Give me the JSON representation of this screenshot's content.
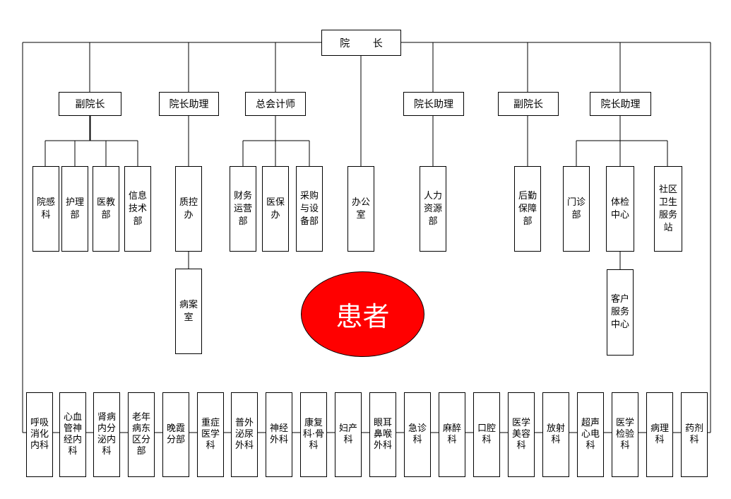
{
  "director": "院 长",
  "level2": [
    "副院长",
    "院长助理",
    "总会计师",
    "院长助理",
    "副院长",
    "院长助理"
  ],
  "level3": [
    "院感科",
    "护理部",
    "医教部",
    "信息技术部",
    "质控办",
    "财务运营部",
    "医保办",
    "采购与设备部",
    "办公室",
    "人力资源部",
    "后勤保障部",
    "门诊部",
    "体检中心",
    "社区卫生服务站"
  ],
  "level4": [
    "病案室",
    "客户服务中心"
  ],
  "patient": "患者",
  "clinical": [
    "呼吸消化内科",
    "心血管神经内科",
    "肾病内分泌内科",
    "老年病东区分部",
    "晚霞分部",
    "重症医学科",
    "普外泌尿外科",
    "神经外科",
    "康复科·骨科",
    "妇产科",
    "眼耳鼻喉外科",
    "急诊科",
    "麻醉科",
    "口腔科",
    "医学美容科",
    "放射科",
    "超声心电科",
    "医学检验科",
    "病理科",
    "药剂科"
  ],
  "colors": {
    "patient_fill": "#ff0000",
    "line": "#000000",
    "background": "#ffffff"
  }
}
